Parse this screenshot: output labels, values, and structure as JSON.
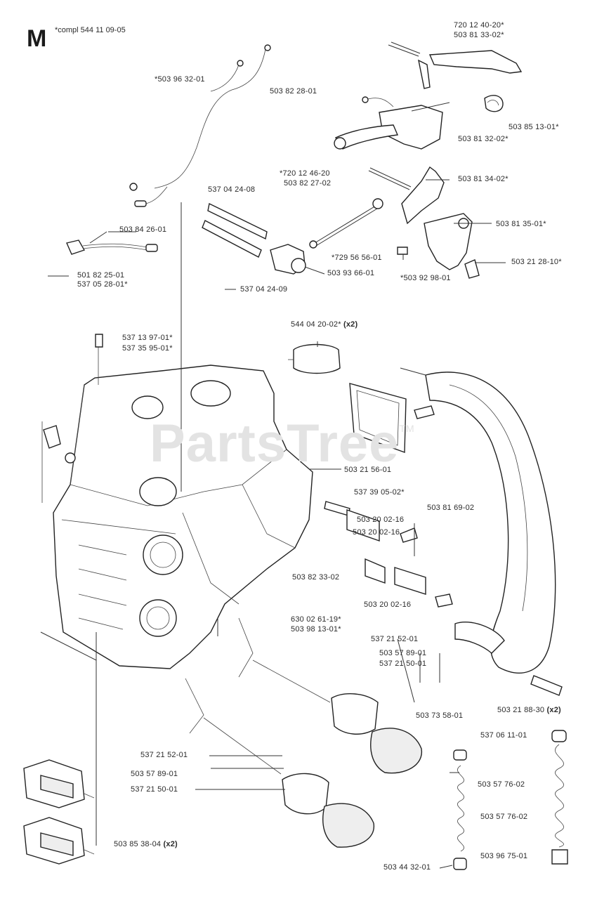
{
  "section_letter": "M",
  "section_note": "*compl 544 11 09-05",
  "watermark": "PartsTree",
  "watermark_tm": "TM",
  "labels": {
    "l01": "720 12 40-20*",
    "l02": "503 81 33-02*",
    "l03": "*503 96 32-01",
    "l04": "503 82 28-01",
    "l05": "503 85 13-01*",
    "l06": "503 81 32-02*",
    "l07": "*720 12 46-20",
    "l08": "503 82 27-02",
    "l09": "537 04 24-08",
    "l10": "503 81 34-02*",
    "l11": "503 84 26-01",
    "l12": "503 81 35-01*",
    "l13": "*729 56 56-01",
    "l14": "503 21 28-10*",
    "l15": "501 82 25-01",
    "l16": "537 05 28-01*",
    "l17": "503 93 66-01",
    "l18": "*503 92 98-01",
    "l19": "537 04 24-09",
    "l20": "544 04 20-02*",
    "l20x": "(x2)",
    "l21": "537 13 97-01*",
    "l22": "537 35 95-01*",
    "l23": "503 21 56-01",
    "l24": "537 39 05-02*",
    "l25": "503 81 69-02",
    "l26": "503 20 02-16",
    "l27": "503 20 02-16",
    "l28": "503 82 33-02",
    "l29": "503 20 02-16",
    "l30": "630 02 61-19*",
    "l31": "503 98 13-01*",
    "l32": "537 21 52-01",
    "l33": "503 57 89-01",
    "l34": "537 21 50-01",
    "l35": "503 73 58-01",
    "l36": "503 21 88-30",
    "l36x": "(x2)",
    "l37": "537 21 52-01",
    "l38": "503 57 89-01",
    "l39": "537 21 50-01",
    "l40": "537 06 11-01",
    "l41": "503 57 76-02",
    "l42": "503 57 76-02",
    "l43": "503 85 38-04",
    "l43x": "(x2)",
    "l44": "503 96 75-01",
    "l45": "503 44 32-01"
  }
}
